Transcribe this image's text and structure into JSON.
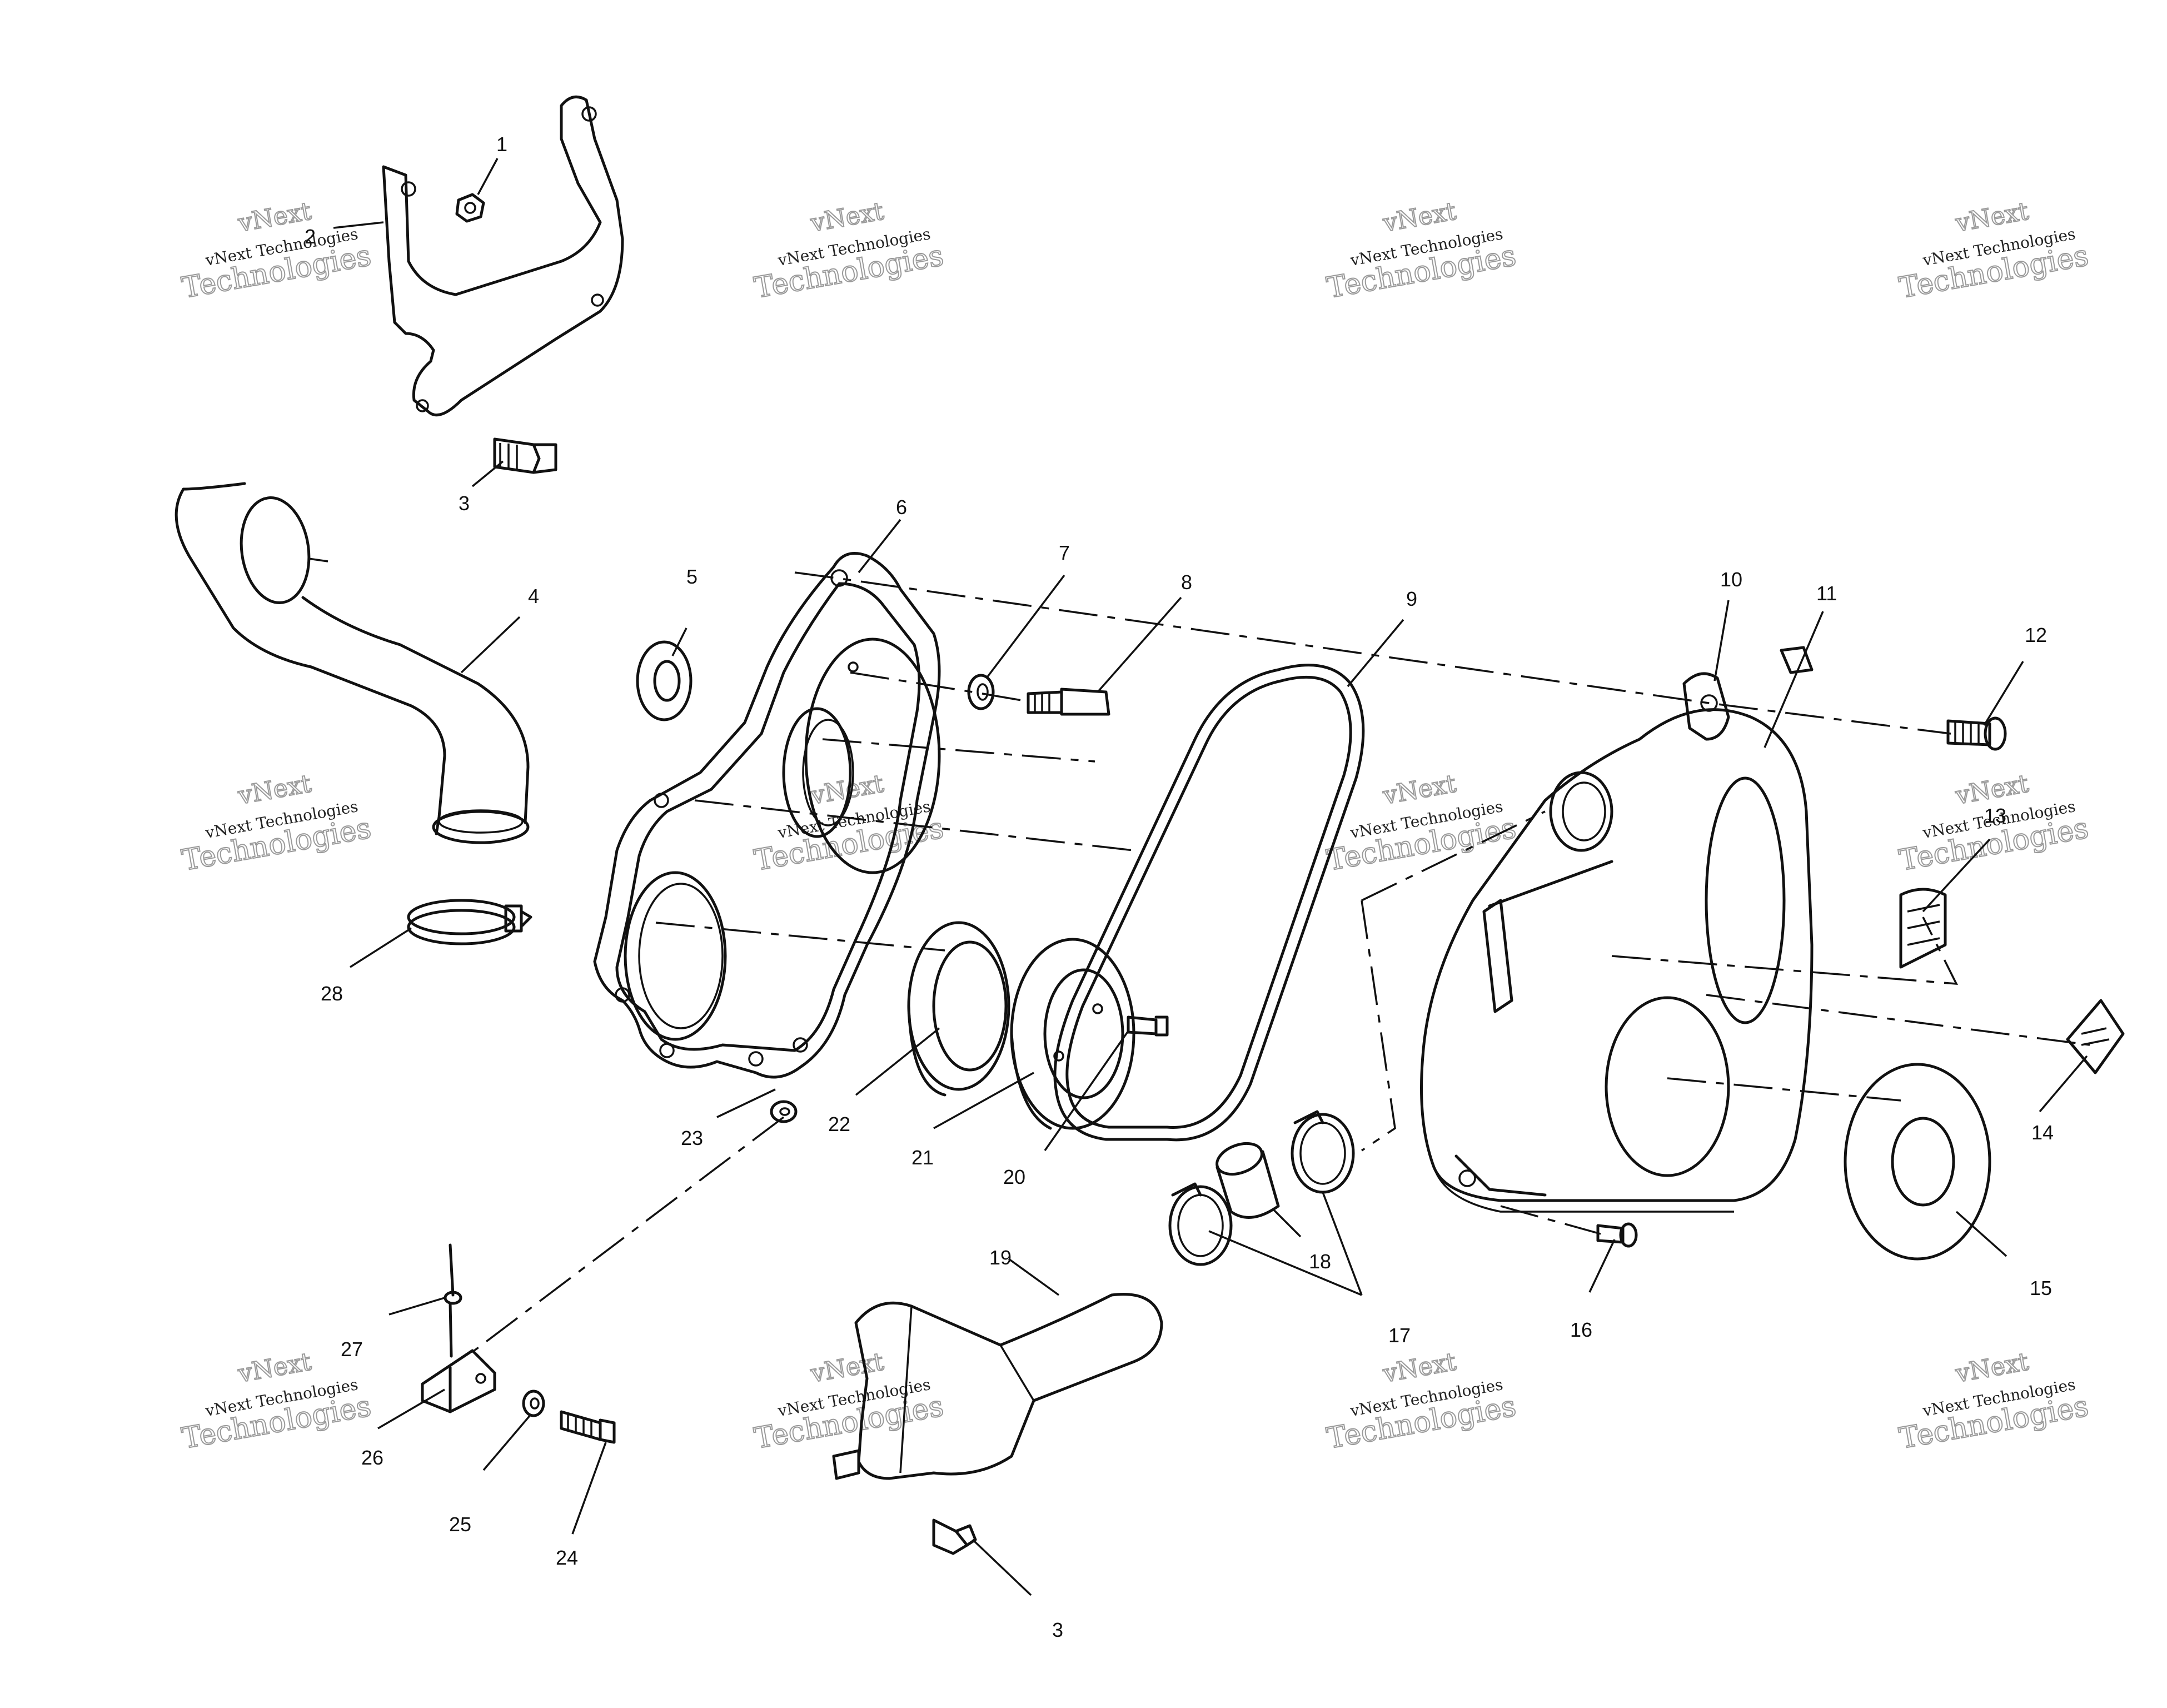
{
  "watermark": {
    "top": "vNext",
    "line1": "vNext Technologies",
    "line2": "Technologies"
  },
  "callouts": {
    "c1": "1",
    "c2": "2",
    "c3a": "3",
    "c3b": "3",
    "c4": "4",
    "c5": "5",
    "c6": "6",
    "c7": "7",
    "c8": "8",
    "c9": "9",
    "c10": "10",
    "c11": "11",
    "c12": "12",
    "c13": "13",
    "c14": "14",
    "c15": "15",
    "c16": "16",
    "c17": "17",
    "c18": "18",
    "c19": "19",
    "c20": "20",
    "c21": "21",
    "c22": "22",
    "c23": "23",
    "c24": "24",
    "c25": "25",
    "c26": "26",
    "c27": "27",
    "c28": "28"
  }
}
